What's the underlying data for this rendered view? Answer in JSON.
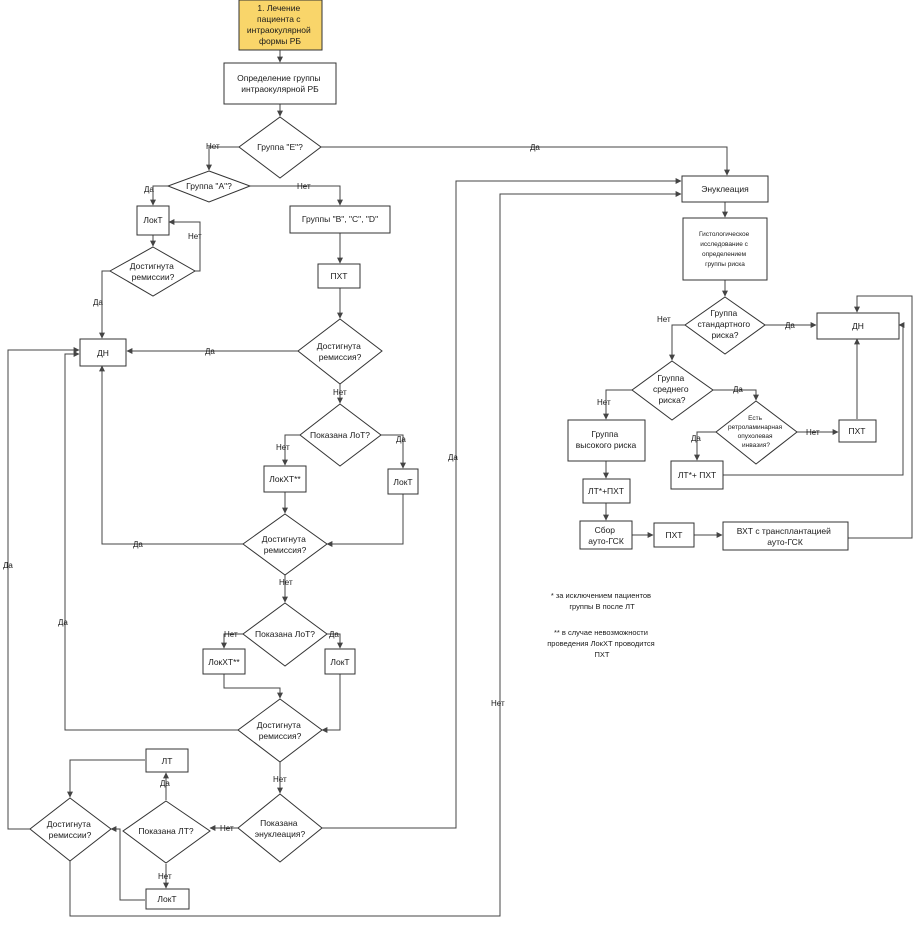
{
  "nodes": {
    "start": [
      "1. Лечение",
      "пациента с",
      "интраокулярной",
      "формы РБ"
    ],
    "group_def": [
      "Определение группы",
      "интраокулярной РБ"
    ],
    "q_group_e": [
      "Группа \"Е\"?"
    ],
    "q_group_a": [
      "Группа \"А\"?"
    ],
    "lokt_a": [
      "ЛокТ"
    ],
    "q_remission_1": [
      "Достигнута",
      "ремиссии?"
    ],
    "groups_bcd": [
      "Группы \"B\", \"C\", \"D\""
    ],
    "pkht_1": [
      "ПХТ"
    ],
    "q_remission_2": [
      "Достигнута",
      "ремиссия?"
    ],
    "dn_left": [
      "ДН"
    ],
    "q_lot_1": [
      "Показана ЛоТ?"
    ],
    "lokht_1": [
      "ЛокХТ**"
    ],
    "lokt_1": [
      "ЛокТ"
    ],
    "q_remission_3": [
      "Достигнута",
      "ремиссия?"
    ],
    "q_lot_2": [
      "Показана ЛоТ?"
    ],
    "lokht_2": [
      "ЛокХТ**"
    ],
    "lokt_2": [
      "ЛокТ"
    ],
    "q_remission_4": [
      "Достигнута",
      "ремиссия?"
    ],
    "q_enucleation": [
      "Показана",
      "энуклеация?"
    ],
    "q_lt": [
      "Показана ЛТ?"
    ],
    "lt": [
      "ЛТ"
    ],
    "lokt_3": [
      "ЛокТ"
    ],
    "q_remission_5": [
      "Достигнута",
      "ремиссии?"
    ],
    "enucleation": [
      "Энуклеация"
    ],
    "histology": [
      "Гистологическое",
      "исследование с",
      "определением",
      "группы риска"
    ],
    "q_standard": [
      "Группа",
      "стандартного",
      "риска?"
    ],
    "dn_right": [
      "ДН"
    ],
    "q_medium": [
      "Группа",
      "среднего",
      "риска?"
    ],
    "high_risk": [
      "Группа",
      "высокого риска"
    ],
    "q_retrolaminar": [
      "Есть",
      "ретроламинарная",
      "опухолевая",
      "инвазия?"
    ],
    "pkht_r1": [
      "ПХТ"
    ],
    "lt_pkht_r": [
      "ЛТ*+ ПХТ"
    ],
    "lt_pkht_l": [
      "ЛТ*+ПХТ"
    ],
    "sbor": [
      "Сбор",
      "ауто-ГСК"
    ],
    "pkht_r2": [
      "ПХТ"
    ],
    "vkht": [
      "ВХТ с трансплантацией",
      "ауто-ГСК"
    ]
  },
  "labels": {
    "yes": "Да",
    "no": "Нет"
  },
  "notes": [
    [
      "* за исключением пациентов",
      "группы В после ЛТ"
    ],
    [
      "** в случае невозможности",
      "проведения ЛокХТ проводится",
      "ПХТ"
    ]
  ]
}
